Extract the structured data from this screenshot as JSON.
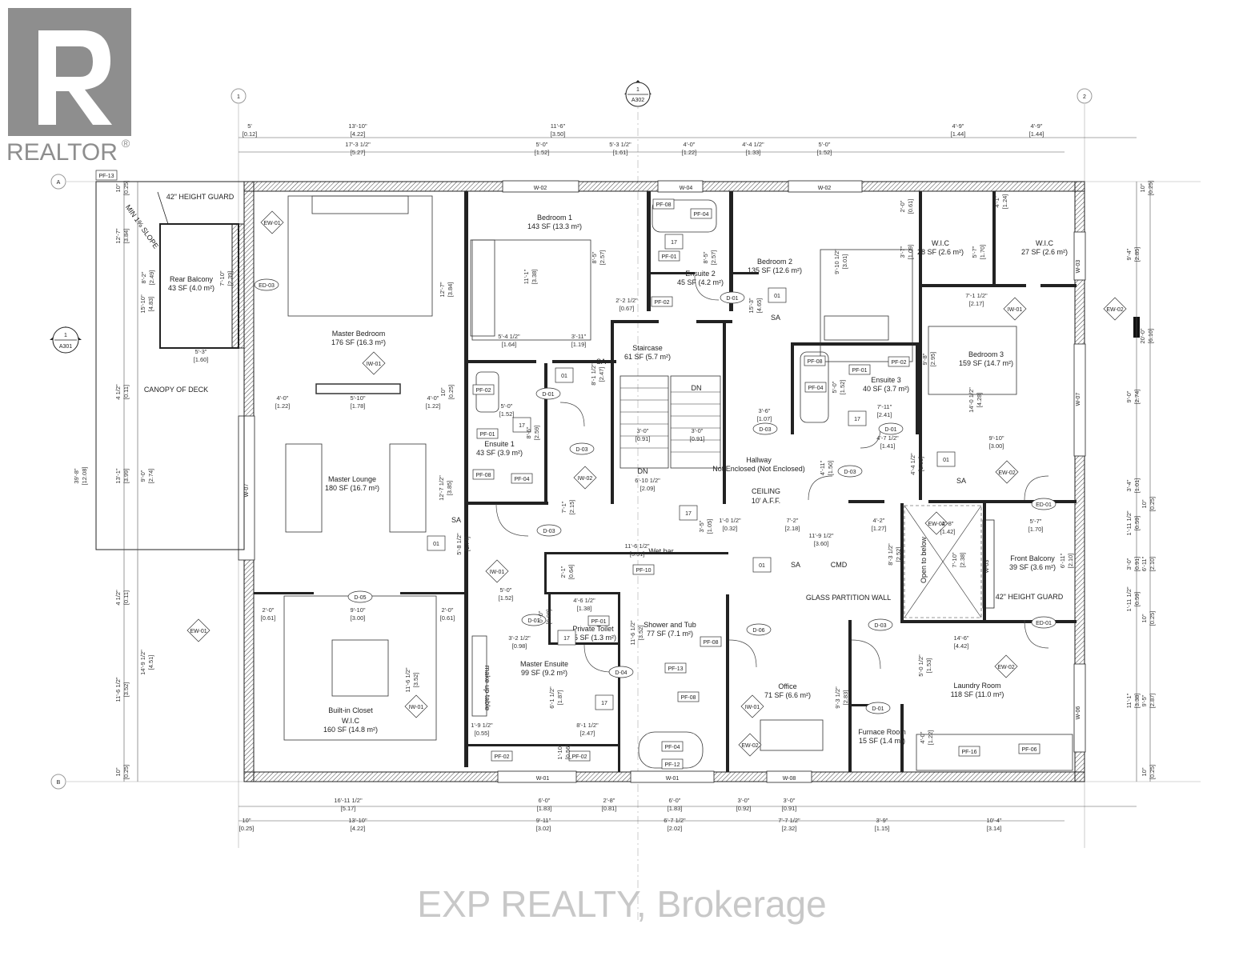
{
  "logo": {
    "text": "REALTOR",
    "mark": "®"
  },
  "brokerage": "EXP REALTY, Brokerage",
  "sections": {
    "top": {
      "num": "1",
      "ref": "A302"
    },
    "left": {
      "num": "1",
      "ref": "A301"
    }
  },
  "grid": {
    "g1": "1",
    "g2": "2",
    "ga": "A",
    "gb": "B"
  },
  "rooms": [
    {
      "name": "Bedroom 1",
      "area": "143 SF (13.3 m²)"
    },
    {
      "name": "Ensuite 2",
      "area": "45 SF (4.2 m²)"
    },
    {
      "name": "Bedroom 2",
      "area": "135 SF (12.6 m²)"
    },
    {
      "name": "W.I.C",
      "area": "28 SF (2.6 m²)"
    },
    {
      "name": "W.I.C",
      "area": "27 SF (2.6 m²)"
    },
    {
      "name": "Rear Balcony",
      "area": "43 SF (4.0 m²)"
    },
    {
      "name": "Master Bedroom",
      "area": "176 SF (16.3 m²)"
    },
    {
      "name": "Staircase",
      "area": "61 SF (5.7 m²)"
    },
    {
      "name": "Ensuite 3",
      "area": "40 SF (3.7 m²)"
    },
    {
      "name": "Bedroom 3",
      "area": "159 SF (14.7 m²)"
    },
    {
      "name": "Ensuite 1",
      "area": "43 SF (3.9 m²)"
    },
    {
      "name": "Master Lounge",
      "area": "180 SF (16.7 m²)"
    },
    {
      "name": "Hallway",
      "area": "Not Enclosed (Not Enclosed)"
    },
    {
      "name": "Front Balcony",
      "area": "39 SF (3.6 m²)"
    },
    {
      "name": "Private Toilet",
      "area": "15 SF (1.3 m²)"
    },
    {
      "name": "Shower and Tub",
      "area": "77 SF (7.1 m²)"
    },
    {
      "name": "Master Ensuite",
      "area": "99 SF (9.2 m²)"
    },
    {
      "name": "Built-in Closet",
      "area": ""
    },
    {
      "name": "W.I.C",
      "area": "160 SF (14.8 m²)"
    },
    {
      "name": "Office",
      "area": "71 SF (6.6 m²)"
    },
    {
      "name": "Laundry Room",
      "area": "118 SF (11.0 m²)"
    },
    {
      "name": "Furnace Room",
      "area": "15 SF (1.4 m²)"
    }
  ],
  "notes": {
    "guard_rear": "42\" HEIGHT GUARD",
    "guard_front": "42\" HEIGHT GUARD",
    "slope": "MIN 1% SLOPE",
    "canopy": "CANOPY OF DECK",
    "ceiling1": "CEILING",
    "ceiling2": "10' A.F.F.",
    "wetbar": "Wet bar",
    "glass": "GLASS PARTITION WALL",
    "open_below": "Open to below",
    "makeup": "make up table",
    "dn1": "DN",
    "dn2": "DN",
    "sa": "SA",
    "cmd": "CMD"
  },
  "windows": [
    "W-02",
    "W-04",
    "W-02",
    "W-07",
    "W-07",
    "W-03",
    "W-03",
    "W-01",
    "W-01",
    "W-08",
    "W-06"
  ],
  "doors": [
    "D-01",
    "D-01",
    "D-03",
    "D-03",
    "D-03",
    "D-03",
    "D-01",
    "D-01",
    "D-04",
    "D-06",
    "D-03",
    "D-01",
    "D-05",
    "ED-03",
    "ED-01",
    "ED-01"
  ],
  "walltypes": [
    "EW-01",
    "IW-01",
    "IW-02",
    "IW-01",
    "EW-02",
    "IW-01",
    "EW-01",
    "IW-01",
    "EW-02",
    "EW-02",
    "IW-01",
    "EW-02",
    "EW-02"
  ],
  "fixtures": [
    "PF-13",
    "PF-08",
    "PF-04",
    "PF-01",
    "PF-02",
    "PF-08",
    "PF-01",
    "PF-02",
    "PF-04",
    "PF-02",
    "PF-01",
    "PF-08",
    "PF-04",
    "PF-10",
    "PF-01",
    "PF-08",
    "PF-13",
    "PF-08",
    "PF-02",
    "PF-02",
    "PF-04",
    "PF-12",
    "PF-16",
    "PF-06"
  ],
  "keynotes": [
    "17",
    "17",
    "17",
    "17",
    "17",
    "17",
    "01",
    "01",
    "01",
    "01",
    "01"
  ],
  "dims_top": [
    [
      "5'",
      "[0.12]"
    ],
    [
      "13'-10\"",
      "[4.22]"
    ],
    [
      "11'-6\"",
      "[3.50]"
    ],
    [
      "17'-3 1/2\"",
      "[5.27]"
    ],
    [
      "5'-0\"",
      "[1.52]"
    ],
    [
      "5'-3 1/2\"",
      "[1.61]"
    ],
    [
      "4'-0\"",
      "[1.22]"
    ],
    [
      "4'-4 1/2\"",
      "[1.33]"
    ],
    [
      "5'-0\"",
      "[1.52]"
    ],
    [
      "4'-9\"",
      "[1.44]"
    ],
    [
      "4'-9\"",
      "[1.44]"
    ]
  ],
  "dims_bottom": [
    [
      "16'-11 1/2\"",
      "[5.17]"
    ],
    [
      "6'-0\"",
      "[1.83]"
    ],
    [
      "2'-8\"",
      "[0.81]"
    ],
    [
      "6'-0\"",
      "[1.83]"
    ],
    [
      "3'-0\"",
      "[0.92]"
    ],
    [
      "3'-0\"",
      "[0.91]"
    ],
    [
      "10\"",
      "[0.25]"
    ],
    [
      "13'-10\"",
      "[4.22]"
    ],
    [
      "9'-11\"",
      "[3.02]"
    ],
    [
      "6'-7 1/2\"",
      "[2.02]"
    ],
    [
      "7'-7 1/2\"",
      "[2.32]"
    ],
    [
      "3'-9\"",
      "[1.15]"
    ],
    [
      "10'-4\"",
      "[3.14]"
    ]
  ],
  "dims_left": [
    [
      "10\"",
      "[0.25]"
    ],
    [
      "12'-7\"",
      "[3.84]"
    ],
    [
      "15'-10\"",
      "[4.83]"
    ],
    [
      "8'-2\"",
      "[2.49]"
    ],
    [
      "4 1/2\"",
      "[0.11]"
    ],
    [
      "13'-1\"",
      "[3.99]"
    ],
    [
      "9'-0\"",
      "[2.74]"
    ],
    [
      "39'-8\"",
      "[12.08]"
    ],
    [
      "4 1/2\"",
      "[0.11]"
    ],
    [
      "14'-9 1/2\"",
      "[4.51]"
    ],
    [
      "11'-6 1/2\"",
      "[3.52]"
    ],
    [
      "10\"",
      "[0.25]"
    ]
  ],
  "dims_right": [
    [
      "10\"",
      "[0.25]"
    ],
    [
      "9'-4\"",
      "[2.85]"
    ],
    [
      "20'-0\"",
      "[6.10]"
    ],
    [
      "9'-0\"",
      "[2.74]"
    ],
    [
      "3'-4\"",
      "[1.01]"
    ],
    [
      "10\"",
      "[0.25]"
    ],
    [
      "1'-11 1/2\"",
      "[0.59]"
    ],
    [
      "3'-0\"",
      "[0.91]"
    ],
    [
      "6'-11\"",
      "[2.10]"
    ],
    [
      "1'-11 1/2\"",
      "[0.59]"
    ],
    [
      "10\"",
      "[0.25]"
    ],
    [
      "11'-1\"",
      "[3.38]"
    ],
    [
      "9'-5\"",
      "[2.87]"
    ],
    [
      "10\"",
      "[0.25]"
    ]
  ],
  "dims_interior": [
    [
      "8'-5\"",
      "[2.57]"
    ],
    [
      "11'-1\"",
      "[3.38]"
    ],
    [
      "8'-5\"",
      "[2.57]"
    ],
    [
      "2'-2 1/2\"",
      "[0.67]"
    ],
    [
      "5'-4 1/2\"",
      "[1.64]"
    ],
    [
      "3'-11\"",
      "[1.19]"
    ],
    [
      "12'-7\"",
      "[3.84]"
    ],
    [
      "7'-10\"",
      "[2.39]"
    ],
    [
      "5'-3\"",
      "[1.60]"
    ],
    [
      "4'-0\"",
      "[1.22]"
    ],
    [
      "5'-10\"",
      "[1.78]"
    ],
    [
      "4'-0\"",
      "[1.22]"
    ],
    [
      "10\"",
      "[0.25]"
    ],
    [
      "8'-1 1/2\"",
      "[2.47]"
    ],
    [
      "5'-0\"",
      "[1.52]"
    ],
    [
      "8'-6\"",
      "[2.59]"
    ],
    [
      "3'-0\"",
      "[0.91]"
    ],
    [
      "3'-0\"",
      "[0.91]"
    ],
    [
      "6'-10 1/2\"",
      "[2.09]"
    ],
    [
      "12'-7 1/2\"",
      "[3.85]"
    ],
    [
      "5'-8 1/2\"",
      "[1.74]"
    ],
    [
      "7'-1\"",
      "[2.15]"
    ],
    [
      "3'-5\"",
      "[1.05]"
    ],
    [
      "11'-6 1/2\"",
      "[3.51]"
    ],
    [
      "1'-0 1/2\"",
      "[0.32]"
    ],
    [
      "7'-2\"",
      "[2.18]"
    ],
    [
      "4'-2\"",
      "[1.27]"
    ],
    [
      "11'-9 1/2\"",
      "[3.60]"
    ],
    [
      "2'-1\"",
      "[0.64]"
    ],
    [
      "5'-0\"",
      "[1.52]"
    ],
    [
      "4'-6 1/2\"",
      "[1.38]"
    ],
    [
      "0'-0\"",
      "[0.98]"
    ],
    [
      "3'-2 1/2\"",
      "[0.98]"
    ],
    [
      "11'-6 1/2\"",
      "[3.52]"
    ],
    [
      "2'-0\"",
      "[0.61]"
    ],
    [
      "9'-10\"",
      "[3.00]"
    ],
    [
      "2'-0\"",
      "[0.61]"
    ],
    [
      "11'-6 1/2\"",
      "[3.52]"
    ],
    [
      "6'-1 1/2\"",
      "[1.87]"
    ],
    [
      "1'-9 1/2\"",
      "[0.55]"
    ],
    [
      "8'-1 1/2\"",
      "[2.47]"
    ],
    [
      "1'-10\"",
      "[0.56]"
    ],
    [
      "9'-3 1/2\"",
      "[2.83]"
    ],
    [
      "2'-0\"",
      "[0.61]"
    ],
    [
      "3'-7\"",
      "[1.09]"
    ],
    [
      "5'-7\"",
      "[1.70]"
    ],
    [
      "4'-1\"",
      "[1.24]"
    ],
    [
      "7'-1 1/2\"",
      "[2.17]"
    ],
    [
      "9'-10 1/2\"",
      "[3.01]"
    ],
    [
      "15'-3\"",
      "[4.65]"
    ],
    [
      "3'-6\"",
      "[1.07]"
    ],
    [
      "5'-0\"",
      "[1.52]"
    ],
    [
      "7'-11\"",
      "[2.41]"
    ],
    [
      "9'-8\"",
      "[2.95]"
    ],
    [
      "14'-0 1/2\"",
      "[4.28]"
    ],
    [
      "4'-7 1/2\"",
      "[1.41]"
    ],
    [
      "4'-4 1/2\"",
      "[1.33]"
    ],
    [
      "9'-10\"",
      "[3.00]"
    ],
    [
      "4'-11\"",
      "[1.50]"
    ],
    [
      "8'-3 1/2\"",
      "[2.52]"
    ],
    [
      "4'-8\"",
      "[1.42]"
    ],
    [
      "7'-10\"",
      "[2.38]"
    ],
    [
      "5'-7\"",
      "[1.70]"
    ],
    [
      "6'-11\"",
      "[2.10]"
    ],
    [
      "14'-6\"",
      "[4.42]"
    ],
    [
      "5'-0 1/2\"",
      "[1.53]"
    ],
    [
      "4'-0\"",
      "[1.22]"
    ]
  ]
}
